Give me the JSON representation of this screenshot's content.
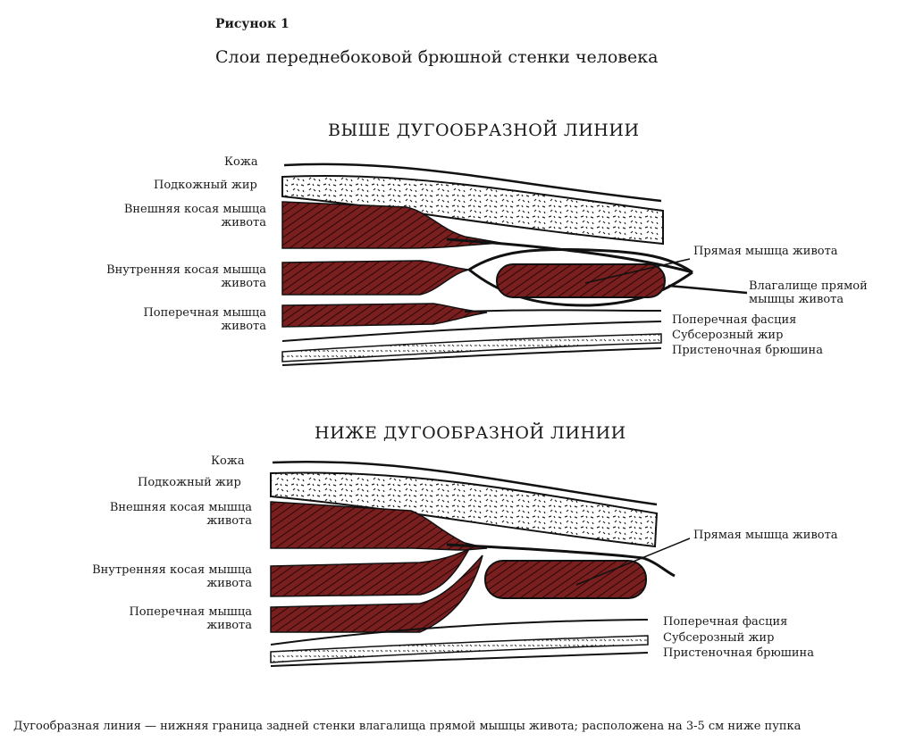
{
  "figure": {
    "label": "Рисунок 1",
    "title": "Слои переднебоковой брюшной стенки человека"
  },
  "panels": [
    {
      "title": "ВЫШЕ ДУГООБРАЗНОЙ ЛИНИИ",
      "labels": {
        "skin": "Кожа",
        "subcutaneous_fat": "Подкожный жир",
        "external_oblique": "Внешняя косая мышца живота",
        "internal_oblique": "Внутренняя косая мышца живота",
        "transversus": "Поперечная мышца живота",
        "rectus": "Прямая мышца живота",
        "rectus_sheath": "Влагалище прямой мышцы живота",
        "transversalis_fascia": "Поперечная фасция",
        "extraperitoneal_fat": "Субсерозный жир",
        "peritoneum": "Пристеночная брюшина"
      }
    },
    {
      "title": "НИЖЕ ДУГООБРАЗНОЙ ЛИНИИ",
      "labels": {
        "skin": "Кожа",
        "subcutaneous_fat": "Подкожный жир",
        "external_oblique": "Внешняя косая мышца живота",
        "internal_oblique": "Внутренняя косая мышца живота",
        "transversus": "Поперечная мышца живота",
        "rectus": "Прямая мышца живота",
        "transversalis_fascia": "Поперечная фасция",
        "extraperitoneal_fat": "Субсерозный жир",
        "peritoneum": "Пристеночная брюшина"
      }
    }
  ],
  "footnote": "Дугообразная линия  — нижняя граница задней стенки влагалища прямой мышцы живота; расположена на 3-5 см ниже пупка",
  "colors": {
    "muscle": "#7a1f1f",
    "outline": "#111111",
    "fat_fill": "#ffffff"
  }
}
